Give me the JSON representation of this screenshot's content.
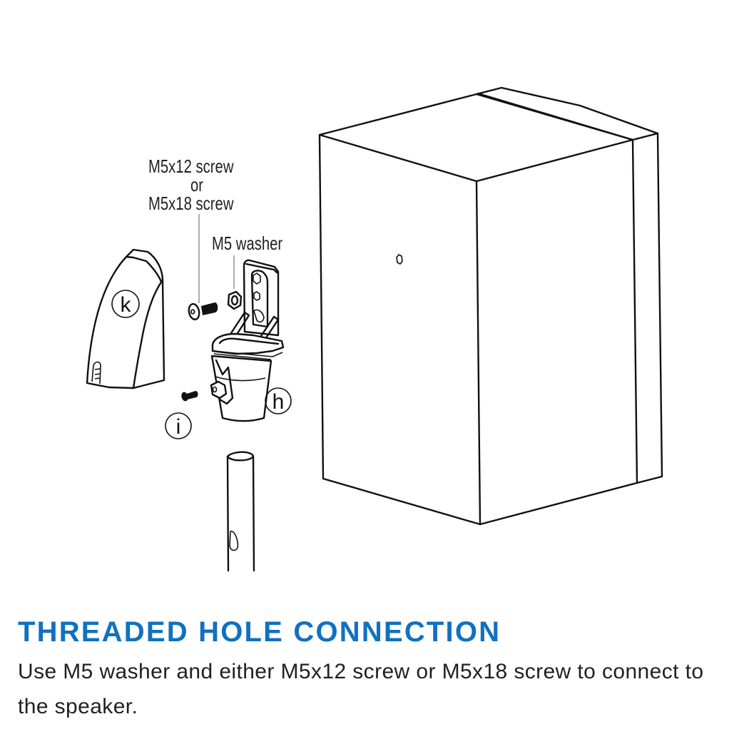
{
  "diagram": {
    "callouts": {
      "screw_line1": "M5x12 screw",
      "screw_line2": "or",
      "screw_line3": "M5x18 screw",
      "washer": "M5 washer"
    },
    "part_labels": {
      "cap": "k",
      "bracket": "h",
      "small_screw": "i"
    },
    "components": [
      "speaker-cabinet",
      "threaded-hole",
      "cap-cover",
      "mount-bracket",
      "screw",
      "washer",
      "small-screw",
      "stand-pole"
    ]
  },
  "caption": {
    "title": "THREADED HOLE CONNECTION",
    "description": "Use M5 washer and either M5x12 screw or M5x18 screw to connect to the speaker."
  },
  "colors": {
    "title": "#1071bf",
    "text": "#231f20",
    "line": "#111111",
    "background": "#ffffff"
  }
}
